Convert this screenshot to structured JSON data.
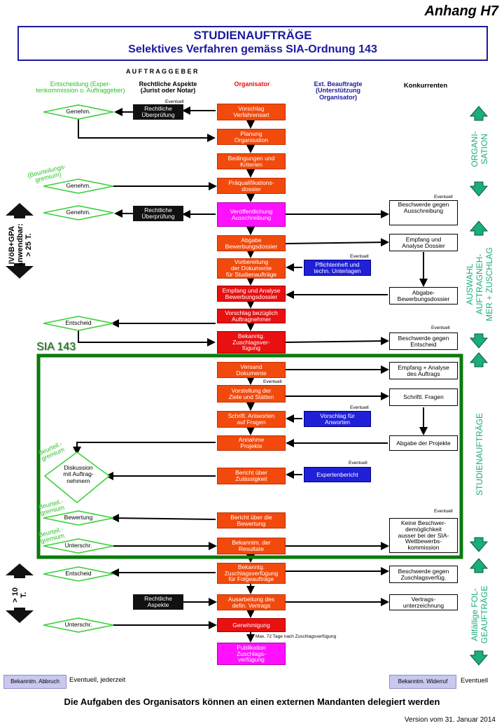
{
  "header": {
    "appendix": "Anhang H7",
    "title": "STUDIENAUFTRÄGE",
    "subtitle": "Selektives Verfahren gemäss SIA-Ordnung 143"
  },
  "columns": {
    "auftraggeber": "A U F T R A G G E B E R",
    "entscheidung": "Entscheidung (Exper-\ntenkommission o. Auftraggeber)",
    "rechtlich": "Rechtliche Aspekte\n(Jurist oder Notar)",
    "organisator": "Organisator",
    "ext": "Ext. Beauftragte\n(Unterstützung\nOrganisator)",
    "konkurrenten": "Konkurrenten"
  },
  "eventuell": "Eventuell",
  "organisator_steps": [
    "Vorschlag\nVerfahrensart",
    "Planung\nOrganisation",
    "Bedingungen und\nKriterien",
    "Präqualifikations-\ndossier",
    "Veröffentlichung\nAusschreibung",
    "Abgabe\nBewerbungsdossier",
    "Vorbereitung\nder Dokumente\nfür Studienaufträge",
    "Empfang und Analyse\nBewerbungsdossier",
    "Vorschlag bezüglich\nAuftragnehmer",
    "Bekanntg.\nZuschlagsver-\nfügung",
    "Versand\nDokumente",
    "Vorstellung der\nZiele und Stätten",
    "Schrift. Antworten\nauf Fragen",
    "Annahme\nProjekte",
    "Bericht über\nZulässigkeit",
    "Bericht über die\nBewertung",
    "Bekanntm. der\nResultate",
    "Bekanntg.\nZuschlagsverfügung\nfür Folgeaufträge",
    "Ausarbeitung des\ndefin. Vertrags",
    "Genehmigung",
    "Publikation\nZuschlags-\nverfügung"
  ],
  "rechtlich_boxes": [
    "Rechtliche\nÜberprüfung",
    "Rechtliche\nÜberprüfung",
    "Rechtliche\nAspekte"
  ],
  "ext_boxes": [
    "Pflichtenheft und\ntechn. Unterlagen",
    "Vorschlag für\nAnworten",
    "Expertenbericht"
  ],
  "konkurrenten_boxes": [
    "Beschwerde gegen\nAusschreibung",
    "Empfang und\nAnalyse Dossier",
    "Abgabe-\nBewerbungsdossier",
    "Beschwerde gegen\nEntscheid",
    "Empfang + Analyse\ndes Auftrags",
    "Schriftl. Fragen",
    "Abgabe der Projekte",
    "Keine Beschwer-\ndemöglichkeit\nausser bei der SIA-\nWettbewerbs-\nkommission",
    "Beschwerde gegen\nZuschlagsverfüg.",
    "Vertrags-\nunterzeichnung"
  ],
  "decisions": [
    "Genehm.",
    "Genehm.",
    "Genehm.",
    "Entscheid",
    "Diskussion\nmit Auftrag-\nnehmern",
    "Bewertung",
    "Unterschr.",
    "Entscheid",
    "Unterschr."
  ],
  "gremium": [
    "(Beurteilungs-\ngremium)",
    "Beurteil.-\ngremium",
    "Beurteil.-\ngremium",
    "Beurteil.-\ngremium"
  ],
  "sia": "SIA 143",
  "left": {
    "ivob": "IVöB+GPA\nanwendbar:\n> 25 T.",
    "ten": "> 10\nT."
  },
  "right": {
    "org": "ORGANI-\nSATION",
    "auswahl": "AUSWAHL\nAUFTRAGNEH-\nMER + ZUSCHLAG",
    "studien": "STUDIENAUFTRÄGE",
    "folge": "Allfällige FOL-\nGEAUFTRÄGE"
  },
  "max_note": "Max. 72 Tage nach Zuschlagsverfügung",
  "bottom": {
    "abbruch": "Bekanntm. Abbruch",
    "abbruch_note": "Eventuell, jederzeit",
    "widerruf": "Bekanntm. Widerruf",
    "widerruf_note": "Eventuell",
    "footer": "Die Aufgaben des Organisators können an einen externen Mandanten delegiert werden",
    "version": "Version vom 31. Januar 2014"
  },
  "colors": {
    "org": "#f24a0c",
    "red": "#e81010",
    "magenta": "#ff10ff",
    "blue": "#2020d8",
    "green": "#1aae78",
    "frame": "#0a7a0a",
    "title_blue": "#1a1aa0"
  }
}
